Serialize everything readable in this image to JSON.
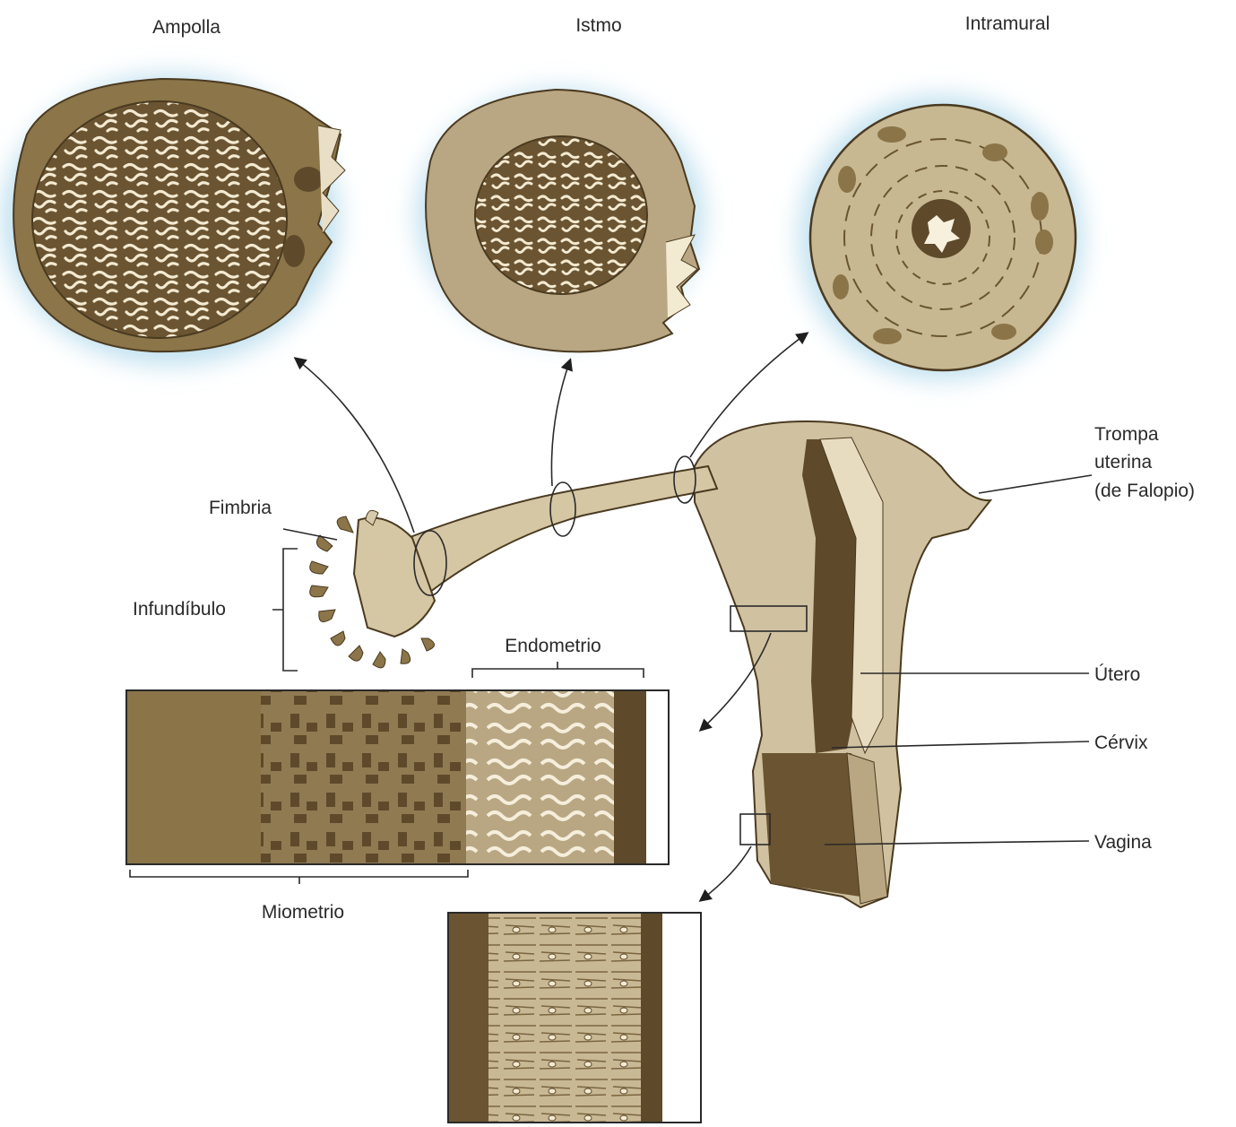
{
  "section_titles": {
    "ampulla": "Ampolla",
    "isthmus": "Istmo",
    "intramural": "Intramural"
  },
  "labels": {
    "tube_line1": "Trompa",
    "tube_line2": "uterina",
    "tube_line3": "(de Falopio)",
    "fimbria": "Fimbria",
    "infundibulum": "Infundíbulo",
    "endometrium": "Endometrio",
    "myometrium": "Miometrio",
    "uterus": "Útero",
    "cervix": "Cérvix",
    "vagina": "Vagina"
  },
  "colors": {
    "tissue_dark": "#5e4a2a",
    "tissue_mid": "#b9a783",
    "tissue_light": "#d9cbb0",
    "halo": "#bfe0ef"
  }
}
